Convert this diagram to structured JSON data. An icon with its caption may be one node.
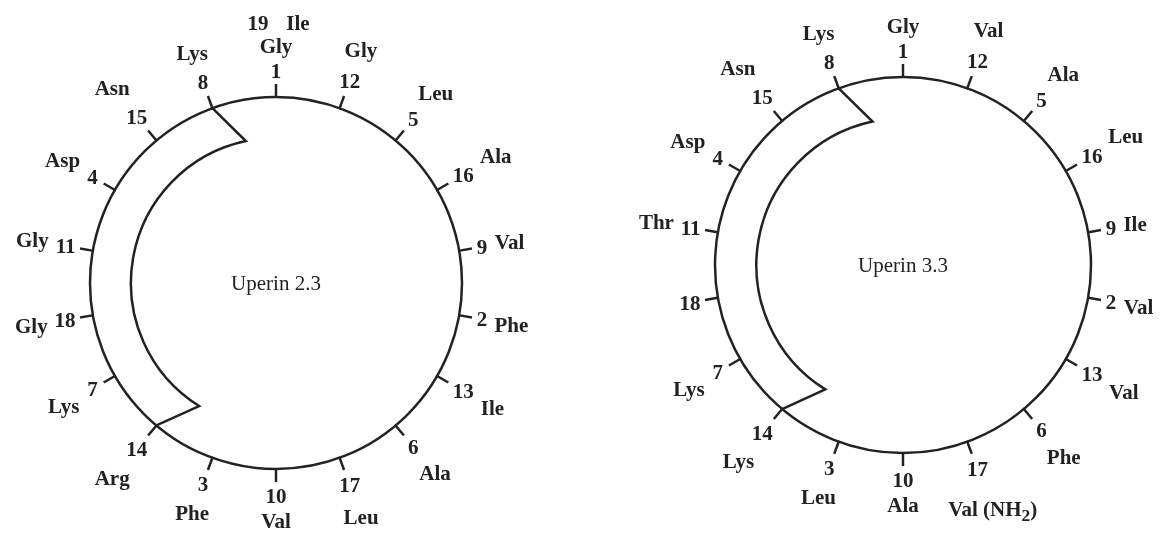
{
  "diagram": {
    "nodes": [
      {
        "text": [
          "Uperin 2.3"
        ]
      },
      {
        "text": [
          "Uperin 3.3"
        ]
      }
    ],
    "labels": [
      "1",
      "Gly",
      "2",
      "Phe",
      "3",
      "Phe",
      "4",
      "Asp",
      "5",
      "Leu",
      "6",
      "Ala",
      "7",
      "Lys",
      "8",
      "Lys",
      "9",
      "Val",
      "10",
      "Val",
      "11",
      "Gly",
      "12",
      "Gly",
      "13",
      "Ile",
      "14",
      "Arg",
      "15",
      "Asn",
      "16",
      "Ala",
      "17",
      "Leu",
      "18",
      "Gly",
      "19",
      "Ile",
      "1",
      "Gly",
      "2",
      "Val",
      "3",
      "Leu",
      "4",
      "Asp",
      "5",
      "Ala",
      "6",
      "Phe",
      "7",
      "Lys",
      "8",
      "Lys",
      "9",
      "Ile",
      "10",
      "Ala",
      "11",
      "Thr",
      "12",
      "Val",
      "13",
      "Val",
      "14",
      "Lys",
      "15",
      "Asn",
      "16",
      "Leu",
      "17",
      "Val (NH$_{2}$)",
      "18"
    ]
  }
}
